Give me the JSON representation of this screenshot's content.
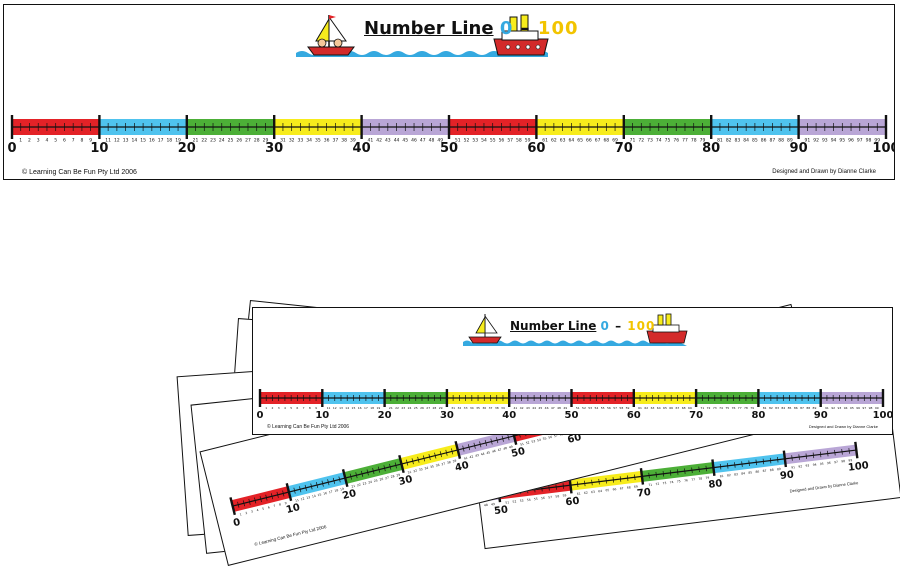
{
  "title": {
    "text": "Number Line",
    "range_start": "0",
    "range_dash": "–",
    "range_end": "100"
  },
  "copyright": "Learning Can Be Fun Pty Ltd 2006",
  "copyright_symbol": "©",
  "designer": "Designed and Drawn by Dianne Clarke",
  "number_line": {
    "min": 0,
    "max": 100,
    "step": 1,
    "major_step": 10,
    "major_labels": [
      "0",
      "10",
      "20",
      "30",
      "40",
      "50",
      "60",
      "70",
      "80",
      "90",
      "100"
    ],
    "segment_colors": [
      "#e32227",
      "#4fc3ee",
      "#4caf37",
      "#f7ec1c",
      "#b9a6d6",
      "#e32227",
      "#f7ec1c",
      "#4caf37",
      "#4fc3ee",
      "#b9a6d6"
    ]
  },
  "illustration": {
    "left": "sailboat-icon",
    "right": "steamship-icon",
    "water_color": "#35a9e0"
  }
}
